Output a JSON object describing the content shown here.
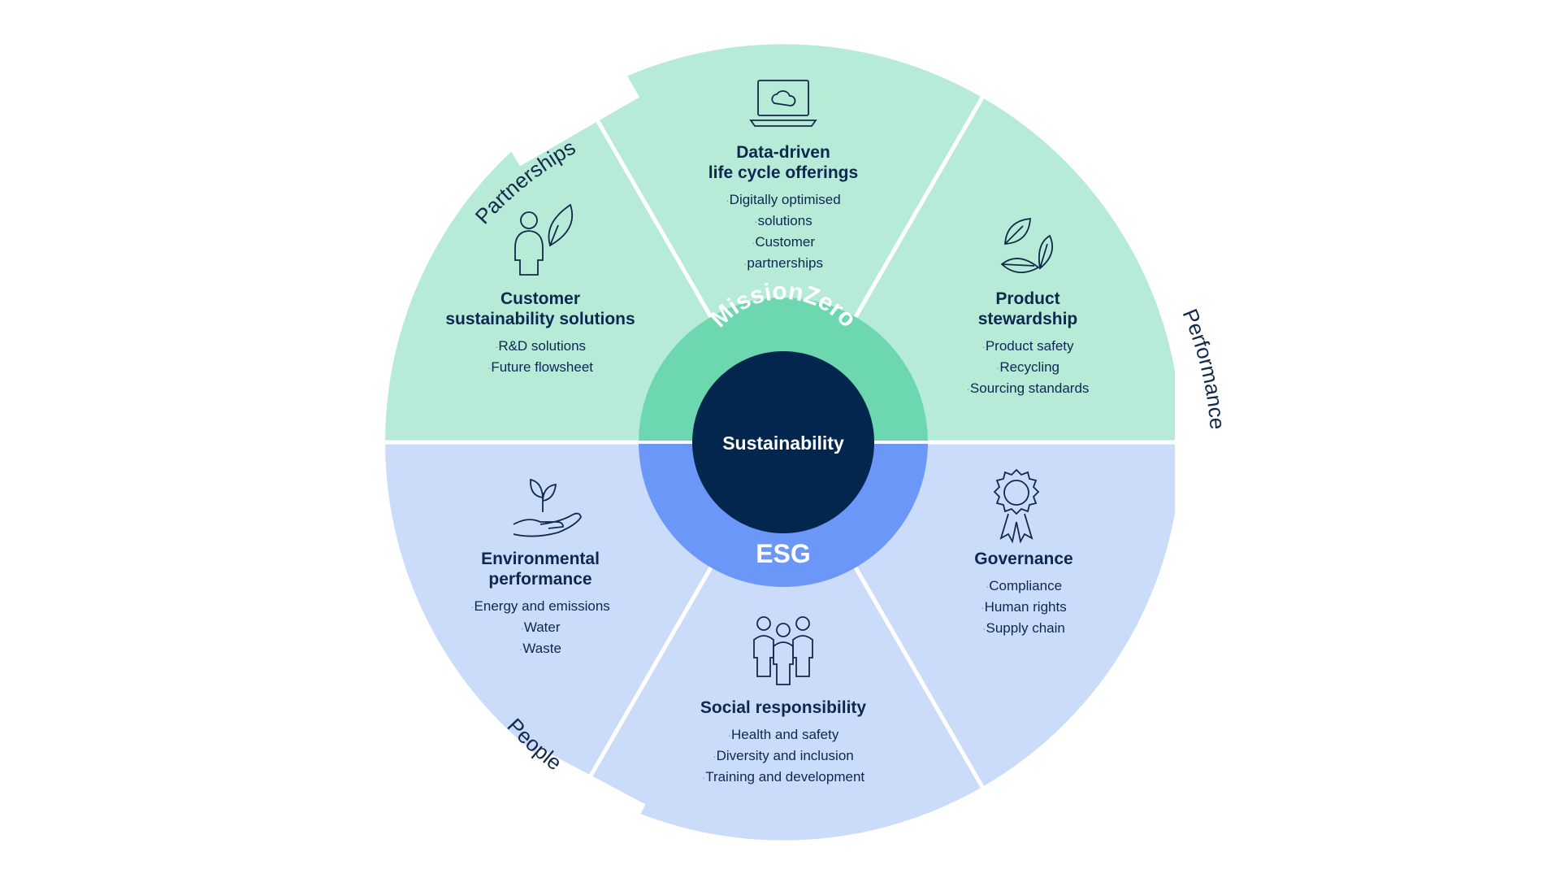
{
  "ring_labels": {
    "partnerships": "Partnerships",
    "performance": "Performance",
    "people": "People"
  },
  "center": {
    "core": "Sustainability",
    "upper_ring": "MissionZero",
    "lower_ring": "ESG"
  },
  "segments": {
    "data_driven": {
      "title_line1": "Data-driven",
      "title_line2": "life cycle offerings",
      "items": [
        "Digitally optimised",
        "solutions",
        "Customer",
        "partnerships"
      ],
      "icon": "laptop-cloud-icon"
    },
    "customer": {
      "title_line1": "Customer",
      "title_line2": "sustainability solutions",
      "items": [
        "R&D solutions",
        "Future flowsheet"
      ],
      "icon": "person-leaf-icon"
    },
    "product": {
      "title_line1": "Product",
      "title_line2": "stewardship",
      "items": [
        "Product safety",
        "Recycling",
        "Sourcing standards"
      ],
      "icon": "leaves-icon"
    },
    "environmental": {
      "title_line1": "Environmental",
      "title_line2": "performance",
      "items": [
        "Energy and emissions",
        "Water",
        "Waste"
      ],
      "icon": "hand-sprout-icon"
    },
    "governance": {
      "title_line1": "Governance",
      "items": [
        "Compliance",
        "Human rights",
        "Supply chain"
      ],
      "icon": "gear-ribbon-icon"
    },
    "social": {
      "title_line1": "Social responsibility",
      "items": [
        "Health and safety",
        "Diversity and inclusion",
        "Training and development"
      ],
      "icon": "people-group-icon"
    }
  },
  "colors": {
    "green_segment": "#b6ecd7",
    "green_ring": "#6dd8b0",
    "blue_segment": "#cbdcfb",
    "blue_ring": "#6a97f8",
    "navy_core": "#03264f",
    "outline": "#13294b"
  }
}
